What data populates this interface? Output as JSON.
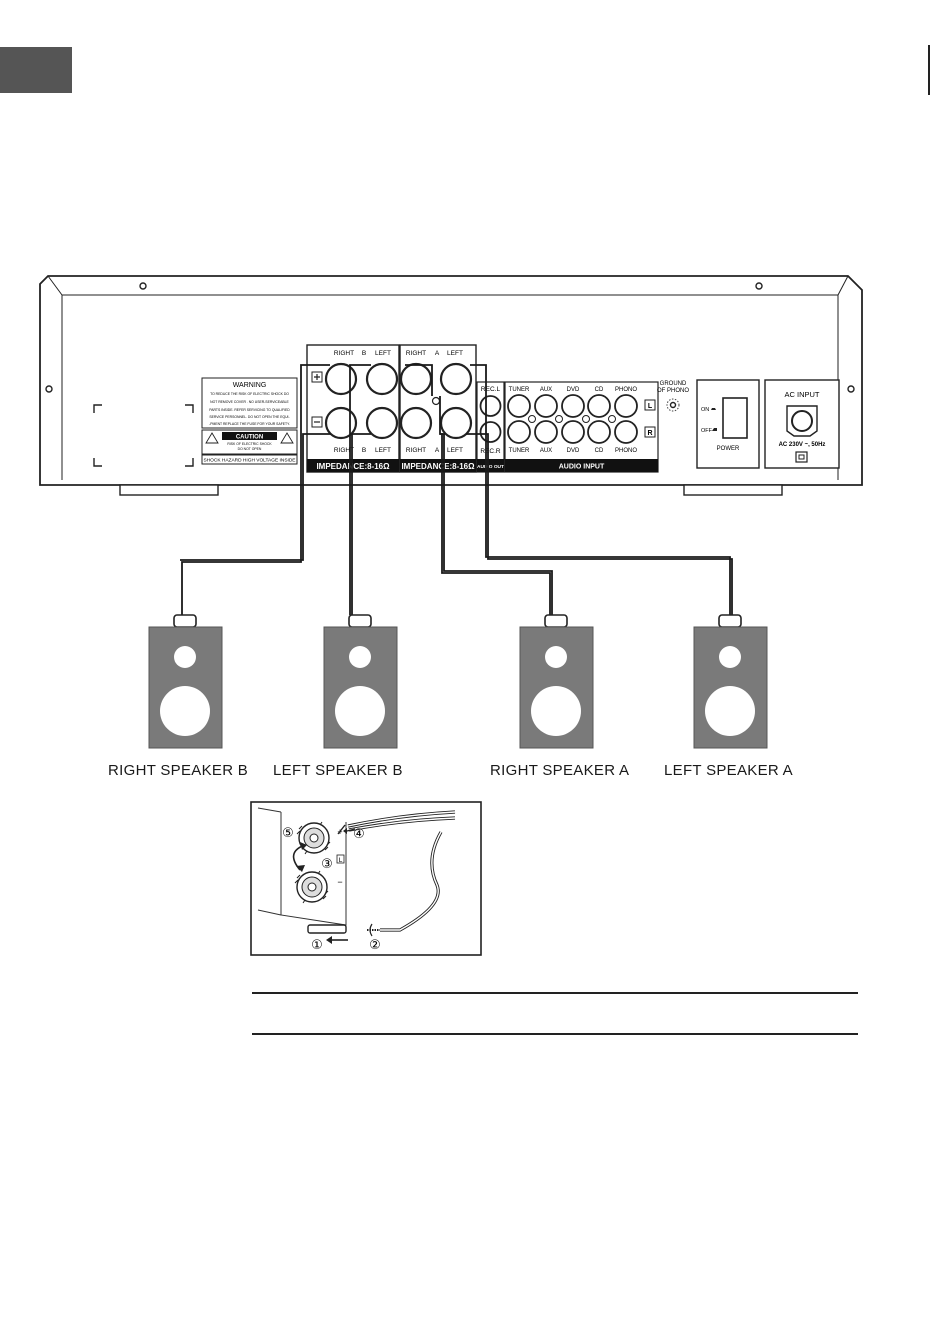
{
  "panel": {
    "warning": {
      "title": "WARNING",
      "lines": [
        "TO REDUCE THE RISK OF ELECTRIC SHOCK DO",
        "NOT REMOVE COVER . NO USER-SERVICEABLE",
        "PARTS INSIDE. REFER SERVICING TO QUALIFIED",
        "SERVICE PERSONNEL. DO NOT OPEN THE EQUI-",
        "-PMENT REPLACE THE FUSE FOR YOUR SAFETY."
      ]
    },
    "caution": {
      "title": "CAUTION",
      "line1": "RISK OF ELECTRIC SHOCK",
      "line2": "DO NOT OPEN",
      "footer": "SHOCK HAZARD HIGH VOLTAGE INSIDE"
    },
    "speaker_b": {
      "right": "RIGHT",
      "letter": "B",
      "left": "LEFT",
      "impedance": "IMPEDANCE:8-16Ω"
    },
    "speaker_a": {
      "right": "RIGHT",
      "letter": "A",
      "left": "LEFT",
      "impedance": "IMPEDANCE:8-16Ω"
    },
    "rec": {
      "top": "REC.L",
      "bottom": "REC.R",
      "footer": "AUDIO OUT"
    },
    "audio_input": {
      "labels": [
        "TUNER",
        "AUX",
        "DVD",
        "CD",
        "PHONO"
      ],
      "footer": "AUDIO INPUT"
    },
    "channel_marks": {
      "left": "L",
      "right": "R"
    },
    "ground": {
      "line1": "GROUND",
      "line2": "OF PHONO"
    },
    "power": {
      "on": "ON",
      "off": "OFF",
      "label": "POWER"
    },
    "ac": {
      "title": "AC INPUT",
      "spec": "AC 230V ~, 50Hz"
    }
  },
  "speakers": [
    {
      "label": "RIGHT SPEAKER B"
    },
    {
      "label": "LEFT SPEAKER B"
    },
    {
      "label": "RIGHT SPEAKER A"
    },
    {
      "label": "LEFT SPEAKER A"
    }
  ],
  "detail": {
    "steps": [
      "①",
      "②",
      "③",
      "④",
      "⑤"
    ],
    "terminal_plus": "+",
    "terminal_minus": "−",
    "terminal_channel": "L"
  }
}
